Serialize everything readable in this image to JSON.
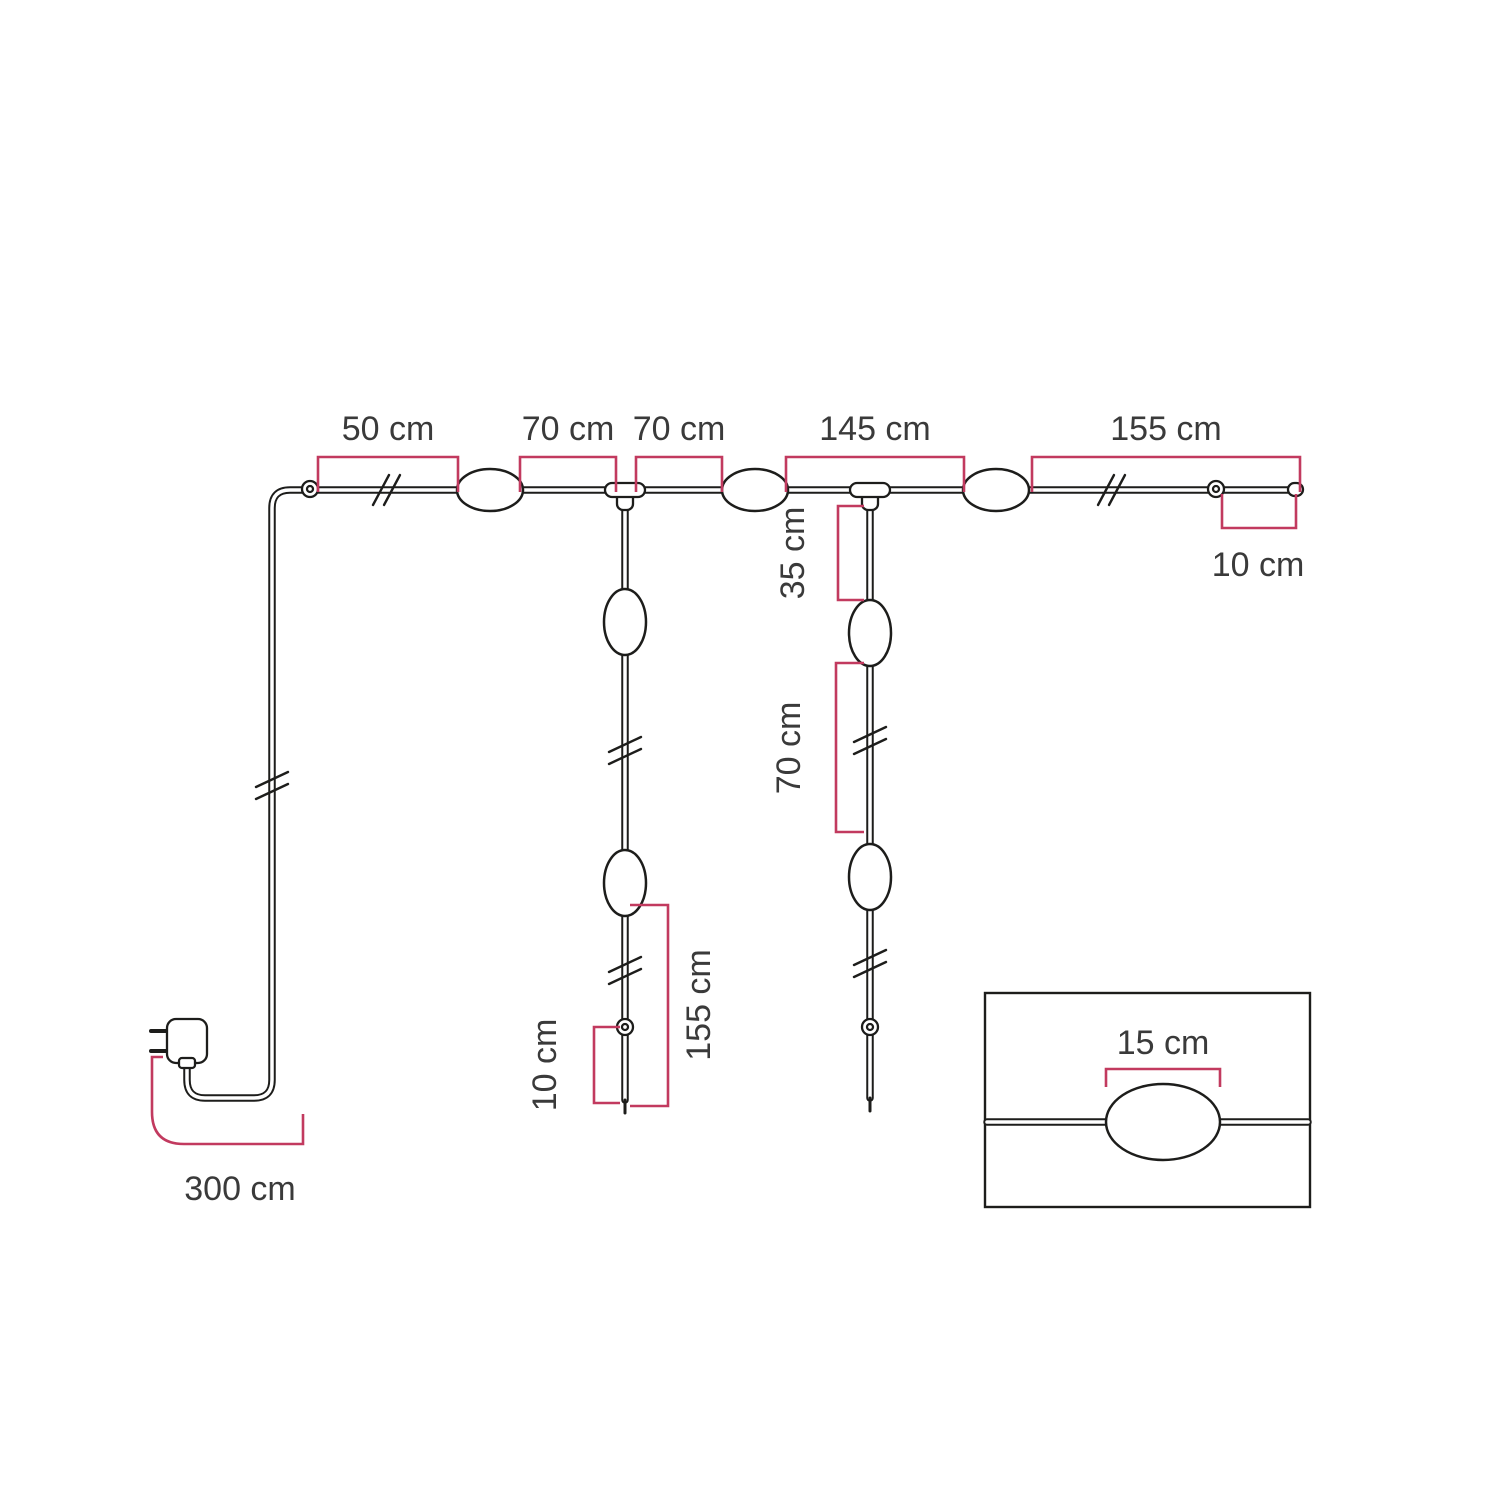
{
  "diagram": {
    "type": "dimension-diagram",
    "subject": "String light set with power plug, two hanging drops and lamp spacing",
    "colors": {
      "cable": "#1d1d1b",
      "dimension_line": "#C23A5F",
      "label_text": "#3a3a3a",
      "background": "#ffffff"
    }
  },
  "measurements": {
    "top_segments": [
      {
        "label": "50 cm"
      },
      {
        "label": "70 cm"
      },
      {
        "label": "70 cm"
      },
      {
        "label": "145 cm"
      },
      {
        "label": "155 cm"
      }
    ],
    "right_end_offset": {
      "label": "10 cm"
    },
    "drop_right": {
      "upper": {
        "label": "35 cm"
      },
      "lower": {
        "label": "70 cm"
      }
    },
    "drop_left": {
      "length": {
        "label": "155 cm"
      },
      "end_offset": {
        "label": "10 cm"
      }
    },
    "power_cable": {
      "label": "300 cm"
    },
    "inset": {
      "lamp_width": {
        "label": "15 cm"
      }
    }
  }
}
